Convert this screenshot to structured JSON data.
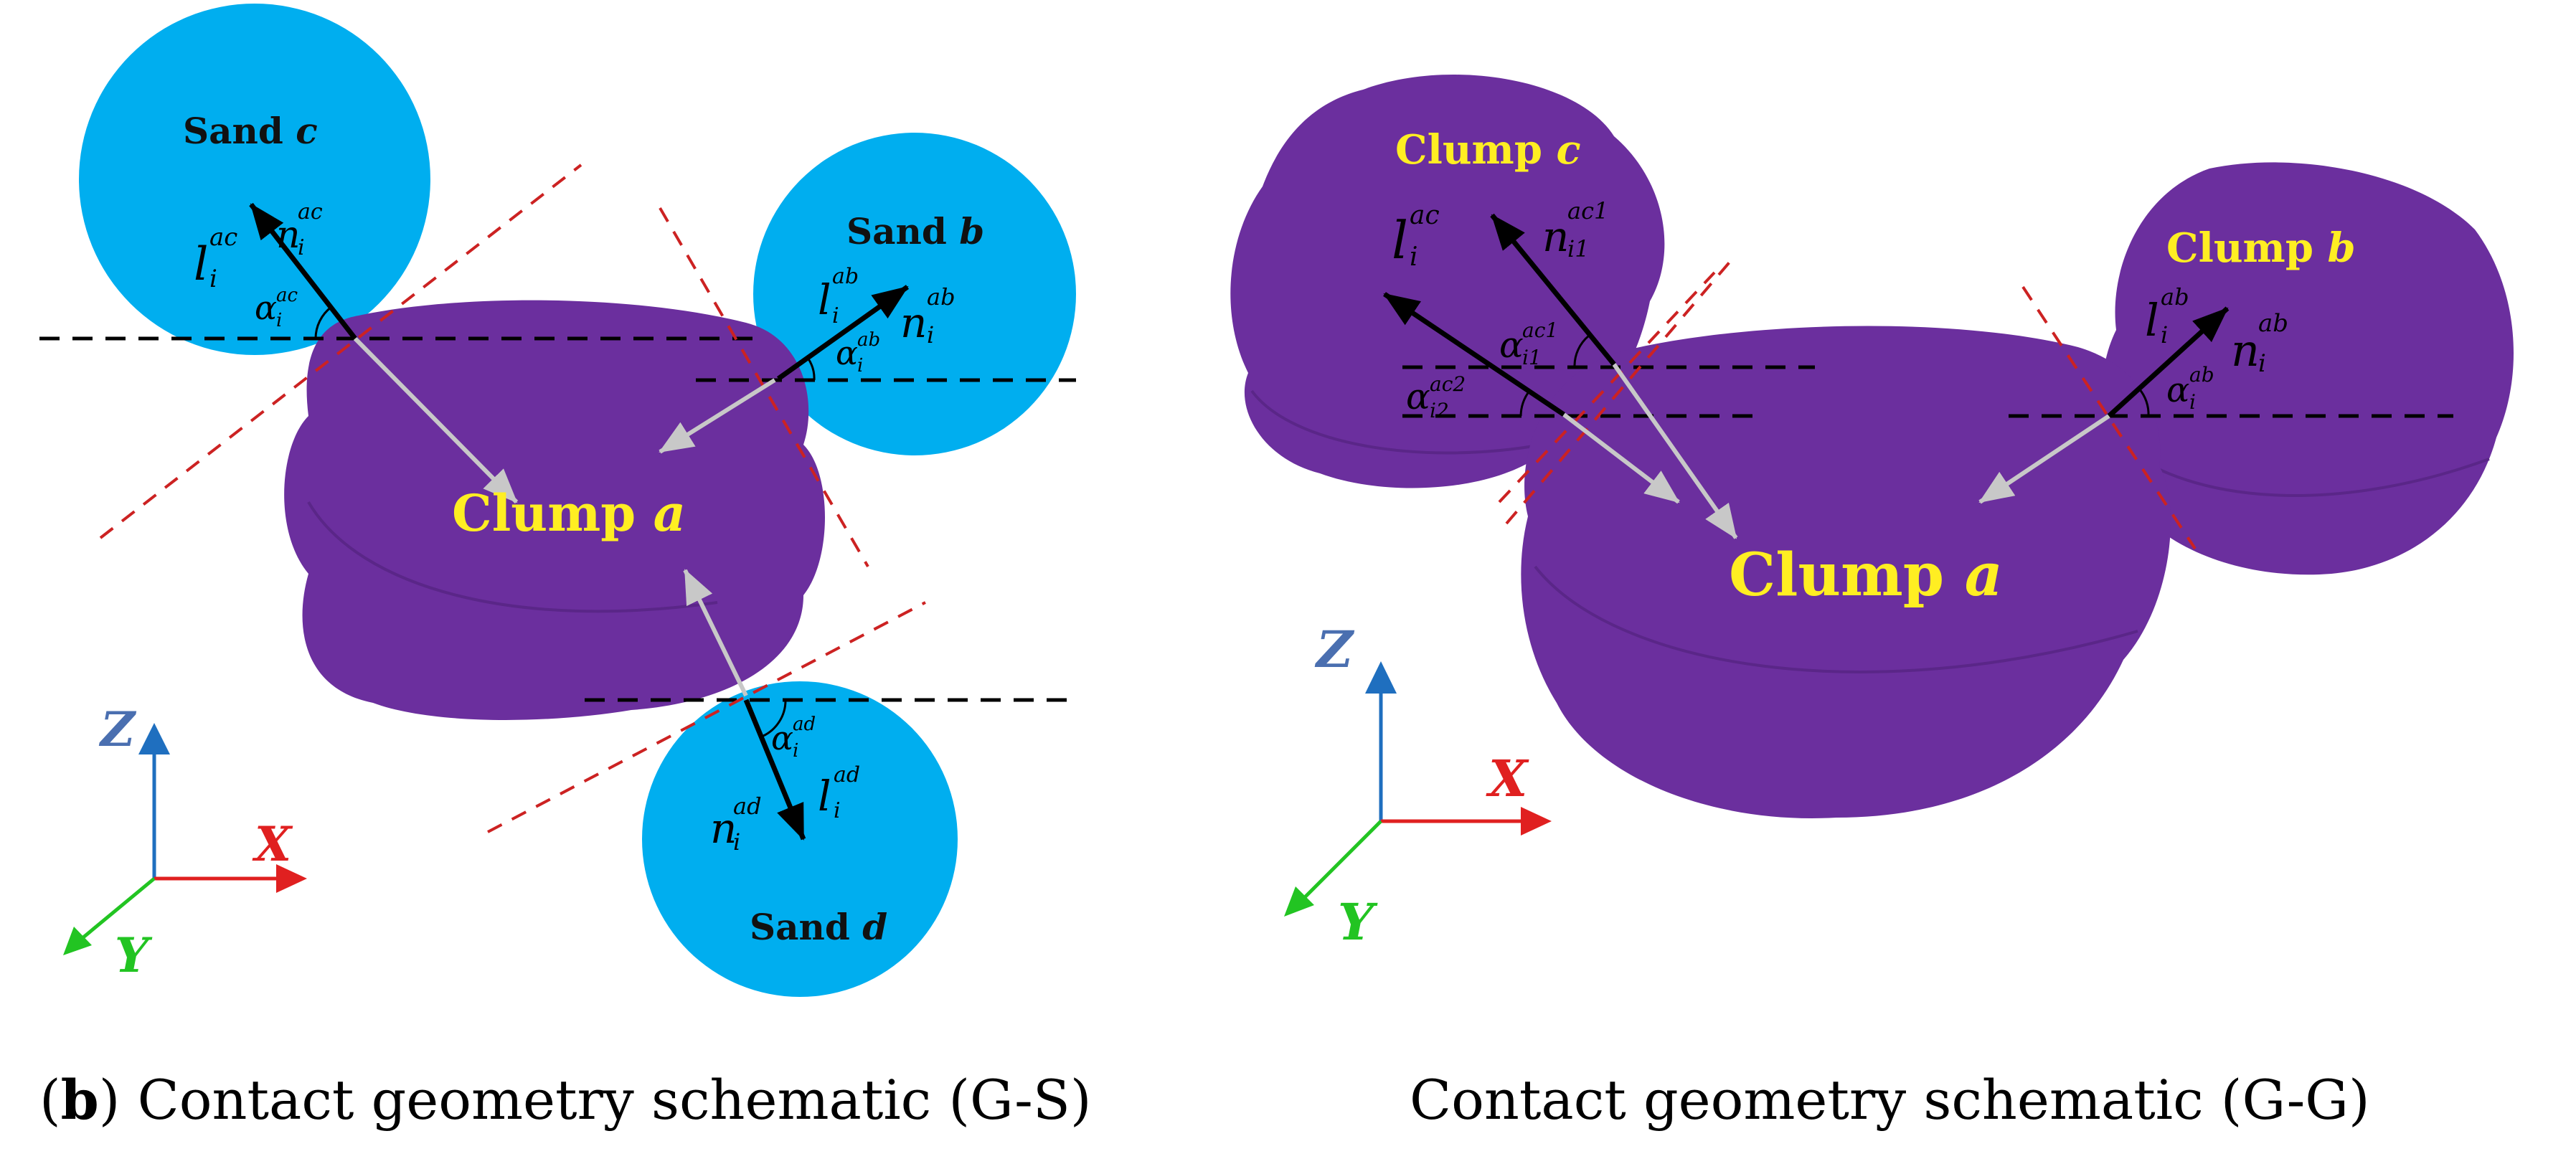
{
  "panels": {
    "gs": {
      "clump_a": {
        "name": "Clump",
        "letter": "a"
      },
      "sand_b": {
        "name": "Sand",
        "letter": "b"
      },
      "sand_c": {
        "name": "Sand",
        "letter": "c"
      },
      "sand_d": {
        "name": "Sand",
        "letter": "d"
      },
      "sym_ac": {
        "l": "l",
        "n": "n",
        "alpha": "α",
        "i": "i",
        "sup": "ac"
      },
      "sym_ab": {
        "l": "l",
        "n": "n",
        "alpha": "α",
        "i": "i",
        "sup": "ab"
      },
      "sym_ad": {
        "l": "l",
        "n": "n",
        "alpha": "α",
        "i": "i",
        "sup": "ad"
      },
      "axes": {
        "z": "Z",
        "x": "X",
        "y": "Y"
      },
      "caption": {
        "open": "(",
        "letter": "b",
        "close": ")",
        "text": " Contact geometry schematic (G-S)"
      }
    },
    "gg": {
      "clump_a": {
        "name": "Clump",
        "letter": "a"
      },
      "clump_b": {
        "name": "Clump",
        "letter": "b"
      },
      "clump_c": {
        "name": "Clump",
        "letter": "c"
      },
      "sym_ac": {
        "l": "l",
        "n": "n",
        "i": "i",
        "sup": "ac",
        "n_sub": "i1",
        "n_sup": "ac1"
      },
      "sym_alpha1": {
        "alpha": "α",
        "sub": "i1",
        "sup": "ac1"
      },
      "sym_alpha2": {
        "alpha": "α",
        "sub": "i2",
        "sup": "ac2"
      },
      "sym_ab": {
        "l": "l",
        "n": "n",
        "alpha": "α",
        "i": "i",
        "sup": "ab"
      },
      "axes": {
        "z": "Z",
        "x": "X",
        "y": "Y"
      },
      "caption": {
        "text": "Contact geometry schematic (G-G)"
      }
    }
  },
  "colors": {
    "clump": "#6b2f9e",
    "sand": "#00aeef",
    "clump_label": "#ffee22",
    "contact_line": "#cc2222",
    "force_arrow": "#c8c8c8",
    "axis_z": "#1f6fbf",
    "axis_x": "#e02020",
    "axis_y": "#22c422",
    "z_label": "#4a6fb0"
  }
}
